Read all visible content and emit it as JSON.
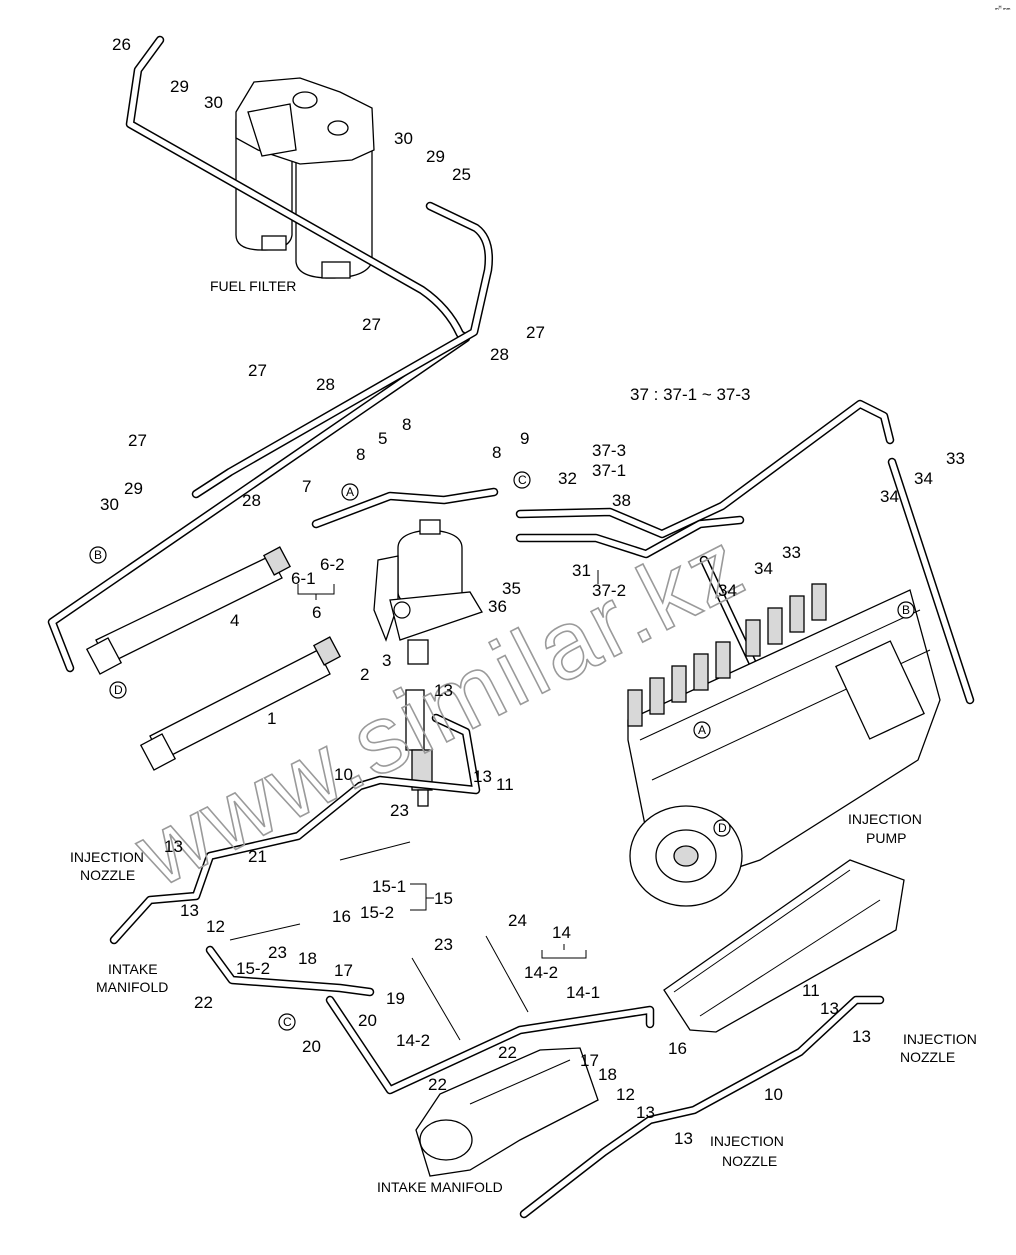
{
  "corner_mark": "ₘᴴ ₘₘ",
  "section_note": "37 : 37-1 ~ 37-3",
  "watermark": "www.similar.kz",
  "labels": {
    "fuel_filter": "FUEL FILTER",
    "injection_pump": [
      "INJECTION",
      "PUMP"
    ],
    "intake_manifold_left": [
      "INTAKE",
      "MANIFOLD"
    ],
    "intake_manifold_bottom": "INTAKE MANIFOLD",
    "injection_nozzle_left": [
      "INJECTION",
      "NOZZLE"
    ],
    "injection_nozzle_right": [
      "INJECTION",
      "NOZZLE"
    ],
    "injection_nozzle_bottom": [
      "INJECTION",
      "NOZZLE"
    ]
  },
  "callouts": [
    "A",
    "B",
    "C",
    "D"
  ],
  "part_numbers": [
    "1",
    "2",
    "3",
    "4",
    "5",
    "6",
    "6-1",
    "6-2",
    "7",
    "8",
    "9",
    "10",
    "11",
    "12",
    "13",
    "14",
    "14-1",
    "14-2",
    "15",
    "15-1",
    "15-2",
    "16",
    "17",
    "18",
    "19",
    "20",
    "21",
    "22",
    "23",
    "24",
    "25",
    "26",
    "27",
    "28",
    "29",
    "30",
    "31",
    "32",
    "33",
    "34",
    "35",
    "36",
    "37-1",
    "37-2",
    "37-3",
    "38"
  ]
}
